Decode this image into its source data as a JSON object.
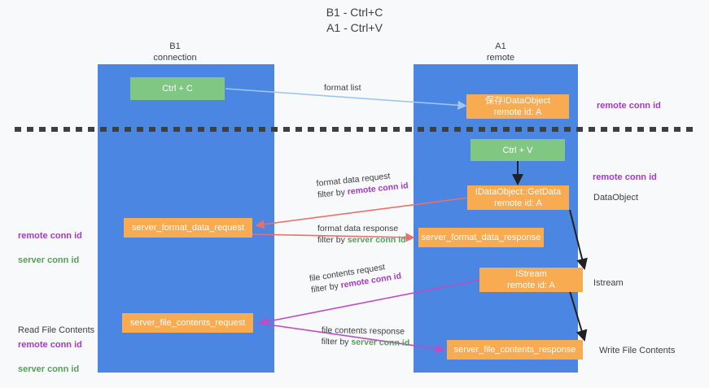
{
  "title": "B1 - Ctrl+C\nA1 - Ctrl+V",
  "columns": [
    {
      "name": "b1",
      "header": "B1\nconnection"
    },
    {
      "name": "a1",
      "header": "A1\nremote"
    }
  ],
  "nodes": {
    "ctrl_c": "Ctrl + C",
    "ctrl_v": "Ctrl + V",
    "save_idataobject": "保存IDataObject\nremote id: A",
    "idataobject_getdata": "IDataObject::GetData\nremote id: A",
    "server_format_data_request": "server_format_data_request",
    "server_format_data_response": "server_format_data_response",
    "istream": "IStream\nremote id: A",
    "server_file_contents_request": "server_file_contents_request",
    "server_file_contents_response": "server_file_contents_response"
  },
  "edge_labels": {
    "format_list": "format list",
    "format_data_request": "format data request",
    "format_data_request_filter_prefix": "filter by ",
    "format_data_request_filter_key": "remote conn id",
    "format_data_response": "format data response",
    "format_data_response_filter_prefix": "filter by ",
    "format_data_response_filter_key": "server conn id",
    "file_contents_request": "file contents request",
    "file_contents_request_filter_prefix": "filter by ",
    "file_contents_request_filter_key": "remote conn id",
    "file_contents_response": "file contents response",
    "file_contents_response_filter_prefix": "filter by ",
    "file_contents_response_filter_key": "server conn id"
  },
  "left_labels": {
    "conn_ids_remote": "remote conn id",
    "conn_ids_server": "server conn id",
    "read_file_contents": "Read File Contents",
    "read_remote": "remote conn id",
    "read_server": "server conn id"
  },
  "right_labels": {
    "remote_conn_id_top": "remote conn id",
    "remote_conn_id_mid": "remote conn id",
    "dataobject": "DataObject",
    "istream": "Istream",
    "write_file_contents": "Write File Contents"
  },
  "colors": {
    "lane": "#4a86e2",
    "node_orange": "#f9ab52",
    "node_green": "#81c784",
    "purple": "#a739c8",
    "green_text": "#57a05a",
    "arrow_blue": "#9fc6f0",
    "arrow_red": "#e8716a",
    "arrow_magenta": "#c04bc4",
    "arrow_black": "#202124",
    "background": "#f8f9fa"
  }
}
